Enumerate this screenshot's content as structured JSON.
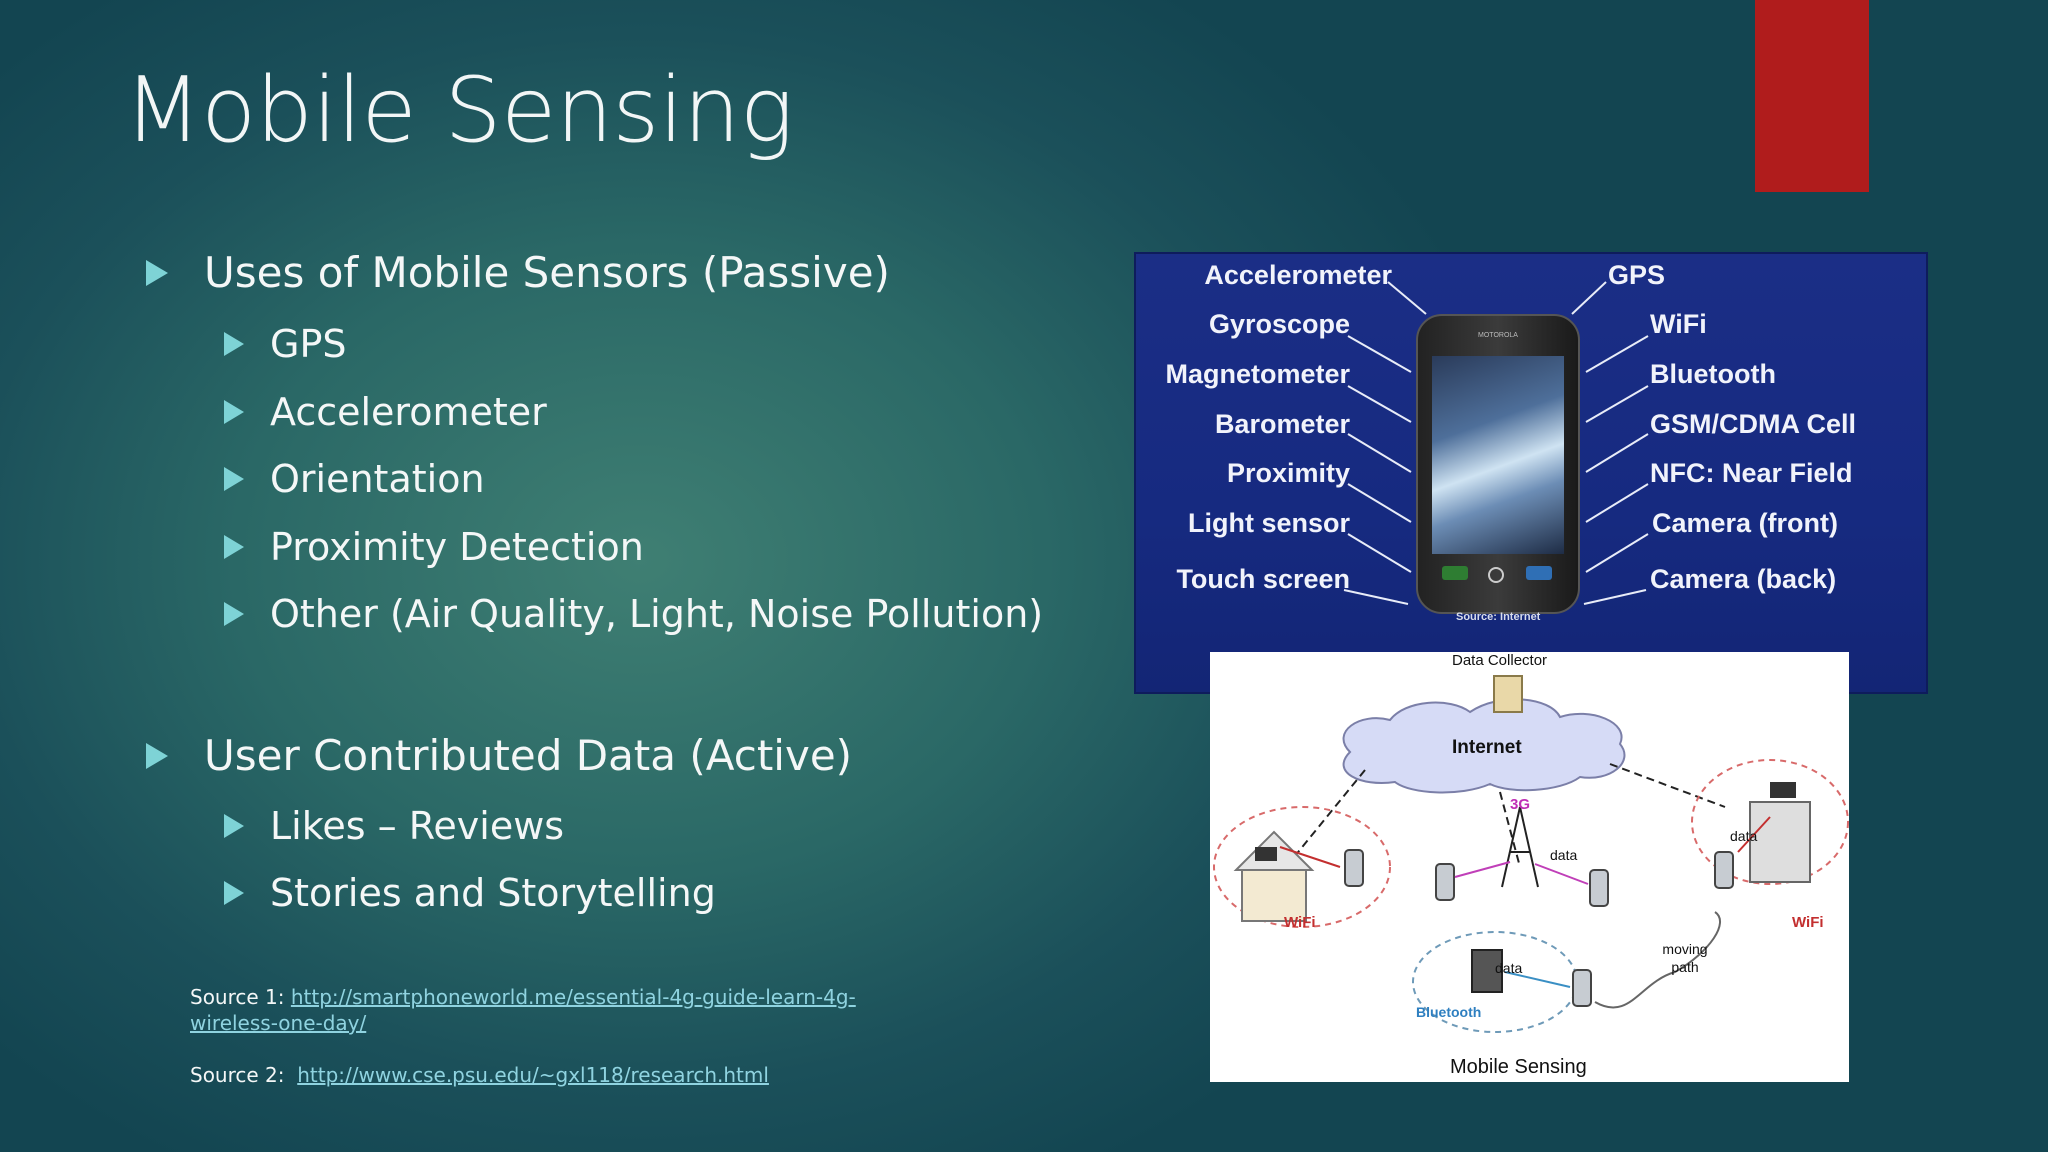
{
  "slide": {
    "title": "Mobile Sensing",
    "accent_color": "#b01c1c",
    "bullet_color": "#7ed3d6"
  },
  "passive": {
    "heading": "Uses of Mobile Sensors (Passive)",
    "items": [
      "GPS",
      "Accelerometer",
      "Orientation",
      "Proximity Detection",
      "Other (Air Quality, Light, Noise Pollution)"
    ]
  },
  "active": {
    "heading": "User Contributed Data (Active)",
    "items": [
      "Likes – Reviews",
      "Stories and Storytelling"
    ]
  },
  "sources": {
    "s1_label": "Source 1:",
    "s1_link": "http://smartphoneworld.me/essential-4g-guide-learn-4g-wireless-one-day/",
    "s1_line1": "http://smartphoneworld.me/essential-4g-guide-learn-4g-",
    "s1_line2": "wireless-one-day/",
    "s2_label": "Source 2:",
    "s2_link": "http://www.cse.psu.edu/~gxl118/research.html"
  },
  "phone_figure": {
    "left_labels": [
      "Accelerometer",
      "Gyroscope",
      "Magnetometer",
      "Barometer",
      "Proximity",
      "Light sensor",
      "Touch screen"
    ],
    "right_labels": [
      "GPS",
      "WiFi",
      "Bluetooth",
      "GSM/CDMA Cell",
      "NFC: Near Field",
      "Camera (front)",
      "Camera (back)"
    ],
    "source": "Source: Internet",
    "brand": "MOTOROLA"
  },
  "network_figure": {
    "data_collector": "Data Collector",
    "internet": "Internet",
    "tower": "3G",
    "data_left": "data",
    "data_right": "data",
    "data_bottom": "data",
    "wifi_left": "WiFi",
    "wifi_right": "WiFi",
    "bluetooth": "Bluetooth",
    "moving_path": "moving path",
    "caption": "Mobile Sensing"
  }
}
